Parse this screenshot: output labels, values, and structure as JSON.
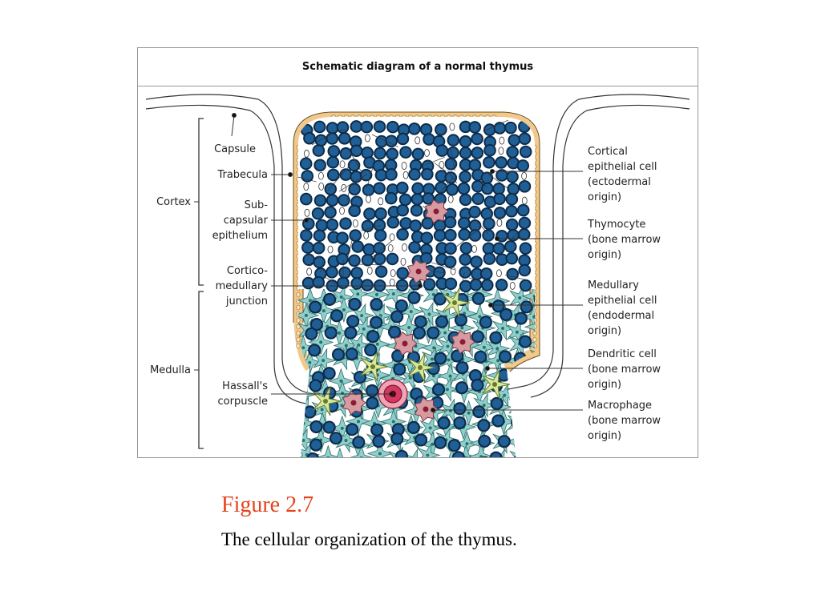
{
  "figure": {
    "title": "Schematic diagram of a normal thymus",
    "colors": {
      "thymocyte": "#1f5f96",
      "thymocyte_ring": "#0d2c4a",
      "capsule": "#f2c98a",
      "medullary_epithelium": "#8ecfcc",
      "dendritic_cell": "#d7e89a",
      "macrophage": "#d79aa0",
      "hassalls_corpuscle": "#d4375f"
    },
    "left_labels": {
      "capsule": "Capsule",
      "trabecula": "Trabecula",
      "cortex": "Cortex",
      "subcapsular_1": "Sub-",
      "subcapsular_2": "capsular",
      "subcapsular_3": "epithelium",
      "cm_1": "Cortico-",
      "cm_2": "medullary",
      "cm_3": "junction",
      "medulla": "Medulla",
      "hassall_1": "Hassall's",
      "hassall_2": "corpuscle"
    },
    "right_labels": {
      "cortical_1": "Cortical",
      "cortical_2": "epithelial cell",
      "cortical_3": "(ectodermal",
      "cortical_4": "origin)",
      "thymocyte_1": "Thymocyte",
      "thymocyte_2": "(bone marrow",
      "thymocyte_3": "origin)",
      "medullary_1": "Medullary",
      "medullary_2": "epithelial cell",
      "medullary_3": "(endodermal",
      "medullary_4": "origin)",
      "dendritic_1": "Dendritic cell",
      "dendritic_2": "(bone marrow",
      "dendritic_3": "origin)",
      "macrophage_1": "Macrophage",
      "macrophage_2": "(bone marrow",
      "macrophage_3": "origin)"
    }
  },
  "caption": {
    "title": "Figure 2.7",
    "text": "The cellular organization of the thymus."
  }
}
